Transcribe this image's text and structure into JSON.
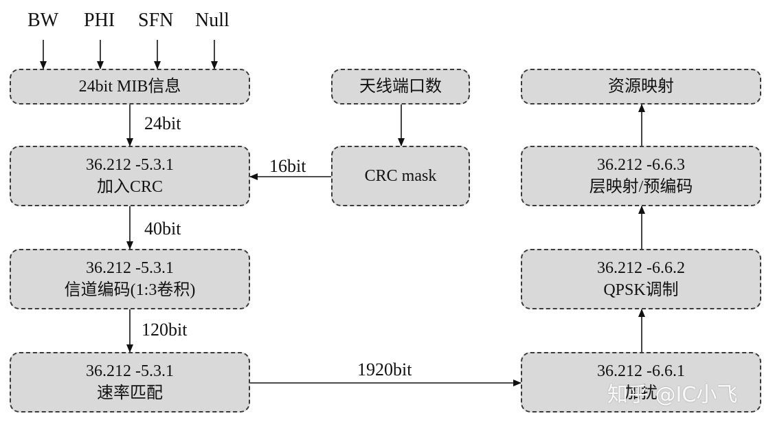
{
  "inputs": [
    "BW",
    "PHI",
    "SFN",
    "Null"
  ],
  "boxes": {
    "mib": {
      "lines": [
        "24bit MIB信息"
      ]
    },
    "ant_ports": {
      "lines": [
        "天线端口数"
      ]
    },
    "res_map": {
      "lines": [
        "资源映射"
      ]
    },
    "crc_add": {
      "lines": [
        "36.212 -5.3.1",
        "加入CRC"
      ]
    },
    "crc_mask": {
      "lines": [
        "CRC mask"
      ]
    },
    "layer_map": {
      "lines": [
        "36.212 -6.6.3",
        "层映射/预编码"
      ]
    },
    "chan_code": {
      "lines": [
        "36.212 -5.3.1",
        "信道编码(1:3卷积)"
      ]
    },
    "qpsk": {
      "lines": [
        "36.212 -6.6.2",
        "QPSK调制"
      ]
    },
    "rate_match": {
      "lines": [
        "36.212 -5.3.1",
        "速率匹配"
      ]
    },
    "scramble": {
      "lines": [
        "36.212 -6.6.1",
        "加扰"
      ]
    }
  },
  "edge_labels": {
    "mib_to_crc": "24bit",
    "mask_to_crc": "16bit",
    "crc_to_code": "40bit",
    "code_to_rate": "120bit",
    "rate_to_scramble": "1920bit"
  },
  "watermark": "知乎 @IC小飞",
  "colors": {
    "box_fill": "#d9d9d9",
    "box_border": "#3a3a3a",
    "arrow": "#111111"
  }
}
